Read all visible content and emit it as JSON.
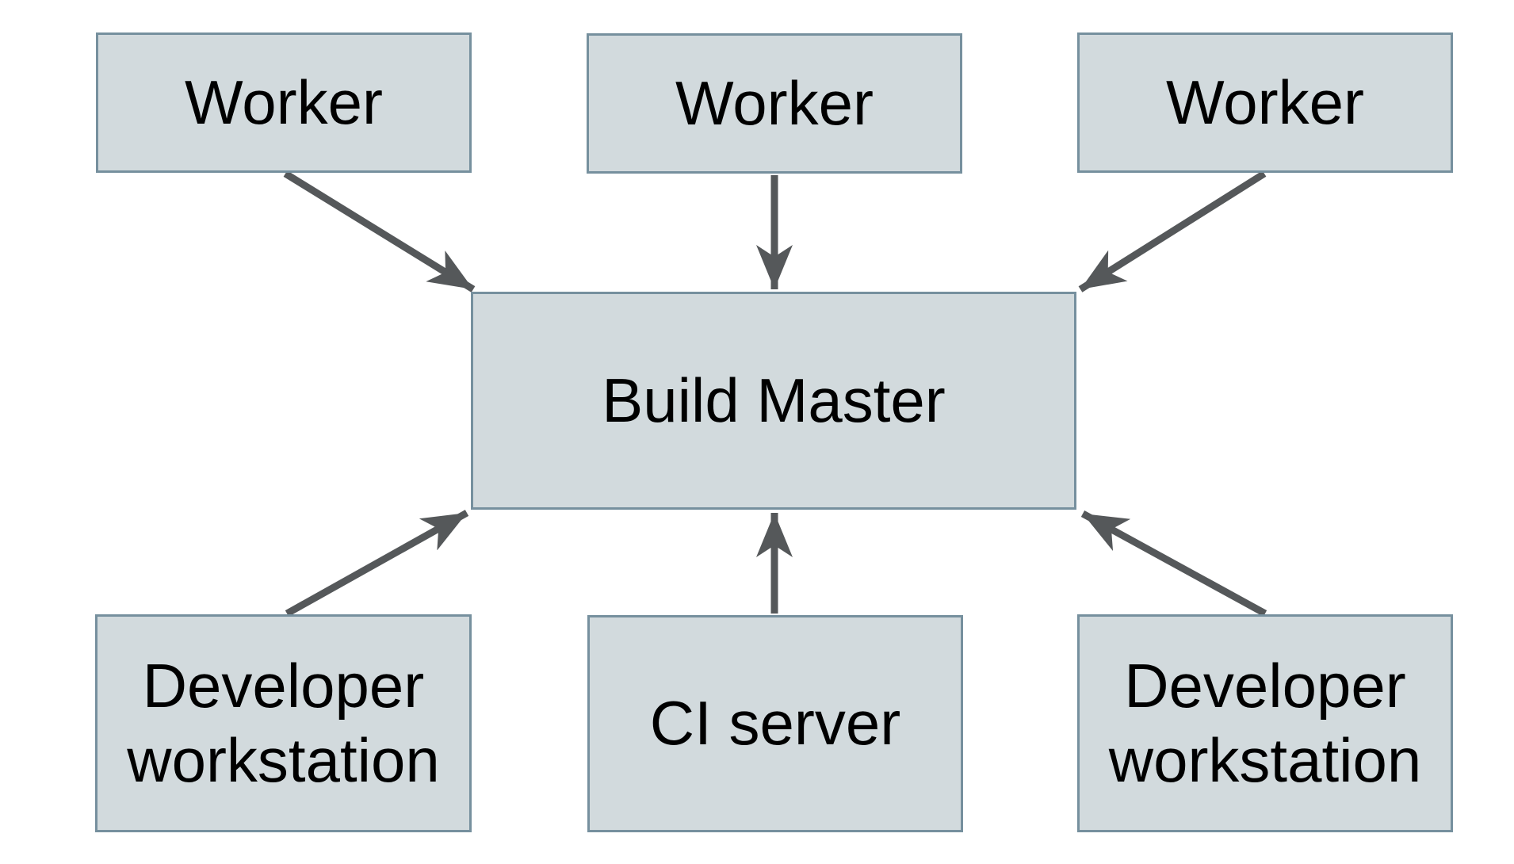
{
  "diagram": {
    "type": "architecture-diagram",
    "nodes": [
      {
        "id": "worker-1",
        "label": "Worker"
      },
      {
        "id": "worker-2",
        "label": "Worker"
      },
      {
        "id": "worker-3",
        "label": "Worker"
      },
      {
        "id": "build-master",
        "label": "Build Master"
      },
      {
        "id": "developer-workstation-left",
        "label": "Developer workstation"
      },
      {
        "id": "ci-server",
        "label": "CI server"
      },
      {
        "id": "developer-workstation-right",
        "label": "Developer workstation"
      }
    ],
    "edges": [
      {
        "from": "worker-1",
        "to": "build-master",
        "direction": "down-right"
      },
      {
        "from": "worker-2",
        "to": "build-master",
        "direction": "down"
      },
      {
        "from": "worker-3",
        "to": "build-master",
        "direction": "down-left"
      },
      {
        "from": "developer-workstation-left",
        "to": "build-master",
        "direction": "up-right"
      },
      {
        "from": "ci-server",
        "to": "build-master",
        "direction": "up"
      },
      {
        "from": "developer-workstation-right",
        "to": "build-master",
        "direction": "up-left"
      }
    ],
    "colors": {
      "background": "#ffffff",
      "node_fill": "#d2dadd",
      "node_border": "#76909e",
      "arrow": "#55585a",
      "text": "#000000"
    }
  }
}
